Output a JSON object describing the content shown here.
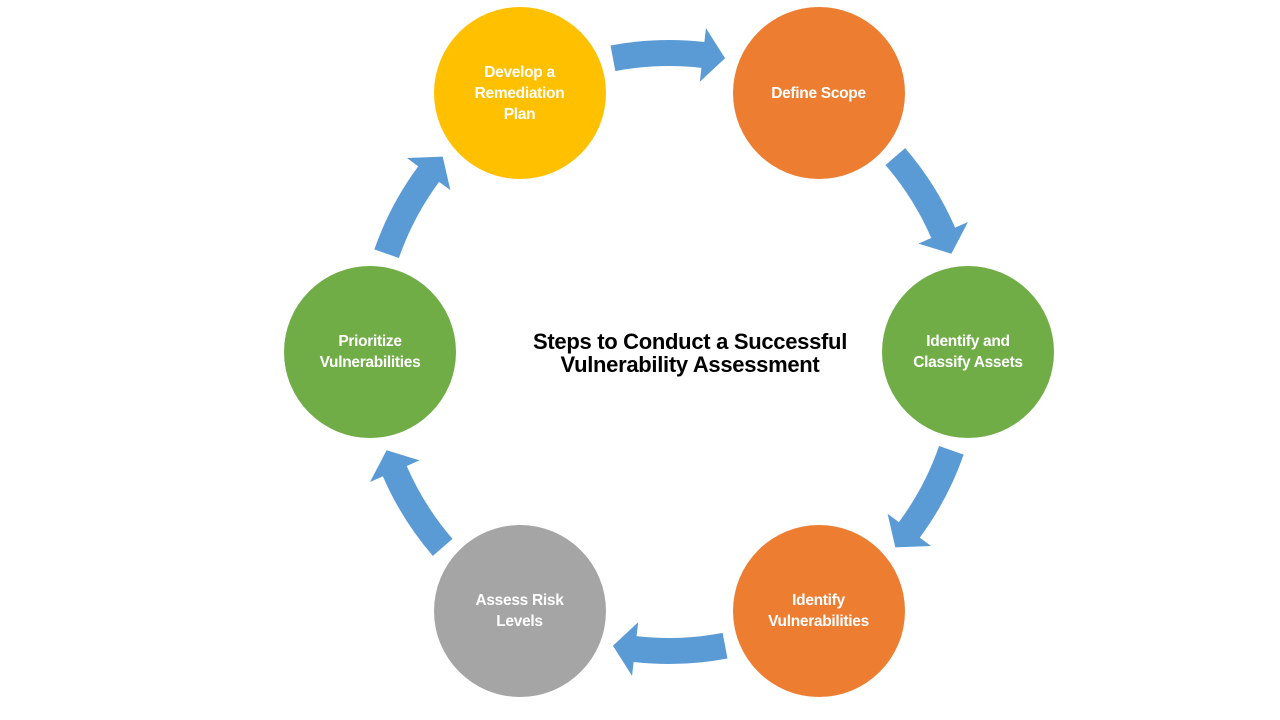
{
  "title": {
    "line1": "Steps to Conduct a Successful",
    "line2": "Vulnerability Assessment"
  },
  "colors": {
    "arrow": "#5B9BD5",
    "yellow": "#FFC000",
    "orange": "#ED7D31",
    "green": "#70AD47",
    "gray": "#A5A5A5",
    "text": "#FFFFFF"
  },
  "steps": [
    {
      "label": "Define Scope",
      "color": "#ED7D31"
    },
    {
      "label": "Identify and\nClassify Assets",
      "color": "#70AD47"
    },
    {
      "label": "Identify\nVulnerabilities",
      "color": "#ED7D31"
    },
    {
      "label": "Assess Risk\nLevels",
      "color": "#A5A5A5"
    },
    {
      "label": "Prioritize\nVulnerabilities",
      "color": "#70AD47"
    },
    {
      "label": "Develop a\nRemediation\nPlan",
      "color": "#FFC000"
    }
  ],
  "flow": "clockwise"
}
